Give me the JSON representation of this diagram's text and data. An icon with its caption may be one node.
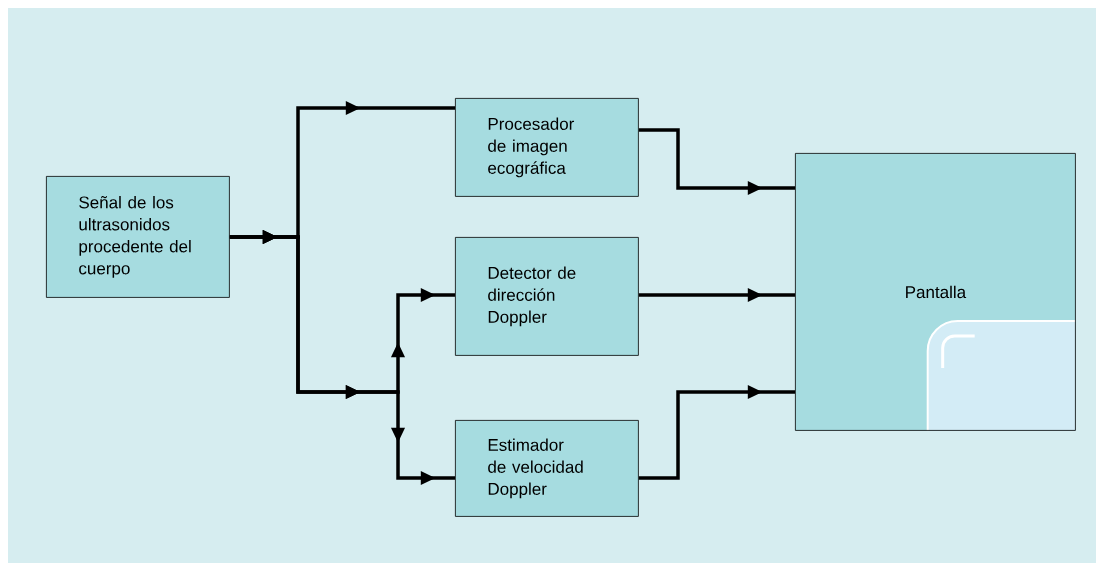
{
  "diagram": {
    "nodes": [
      {
        "text": [
          "Señal de los ultrasonidos procedente del cuerpo"
        ]
      },
      {
        "text": [
          "Procesador de imagen ecográfica"
        ]
      },
      {
        "text": [
          "Detector de dirección Doppler"
        ]
      },
      {
        "text": [
          "Estimador de velocidad Doppler"
        ]
      },
      {
        "text": [
          "Pantalla"
        ]
      }
    ],
    "edges": [
      {
        "from": 0,
        "to": 1,
        "arrow": "to"
      },
      {
        "from": 0,
        "to": 2,
        "arrow": "to"
      },
      {
        "from": 0,
        "to": 3,
        "arrow": "to"
      },
      {
        "from": 1,
        "to": 4,
        "arrow": "to"
      },
      {
        "from": 2,
        "to": 4,
        "arrow": "to"
      },
      {
        "from": 3,
        "to": 4,
        "arrow": "to"
      }
    ]
  }
}
